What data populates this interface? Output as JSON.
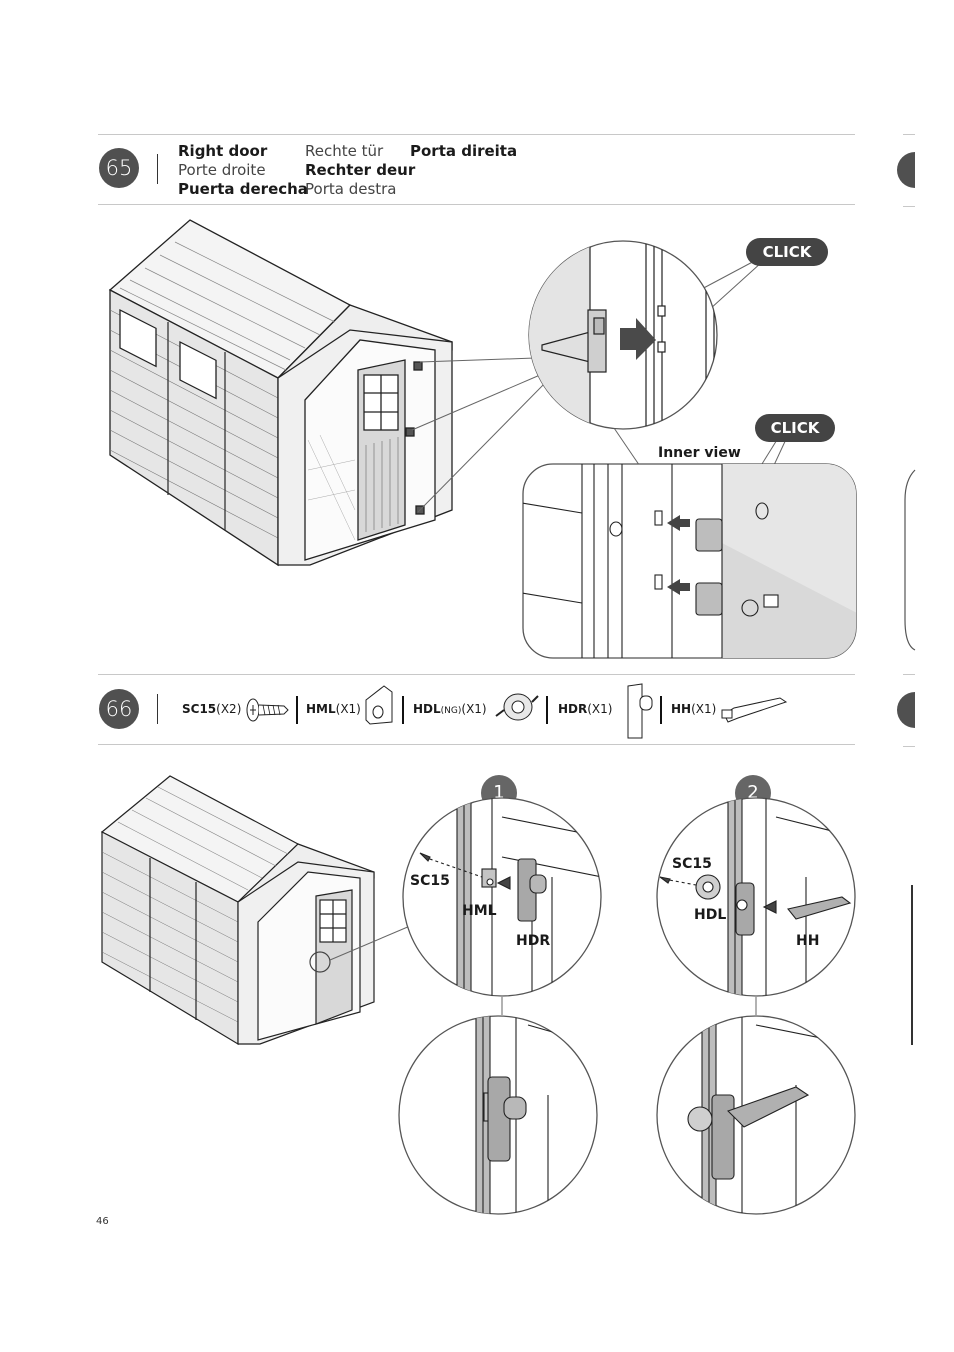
{
  "step65": {
    "number": "65",
    "titles": {
      "en": "Right door",
      "de": "Rechte tür",
      "pt": "Porta direita",
      "fr": "Porte droite",
      "nl": "Rechter deur",
      "es": "Puerta derecha",
      "it": "Porta destra"
    },
    "click_label_1": "CLICK",
    "click_label_2": "CLICK",
    "inner_view_label": "Inner view"
  },
  "step66": {
    "number": "66",
    "parts": [
      {
        "code": "SC15",
        "qty": "(X2)"
      },
      {
        "code": "HML",
        "qty": "(X1)"
      },
      {
        "code": "HDL",
        "note": "(NG)",
        "qty": "(X1)"
      },
      {
        "code": "HDR",
        "qty": "(X1)"
      },
      {
        "code": "HH",
        "qty": "(X1)"
      }
    ],
    "substeps": [
      {
        "number": "1",
        "labels": {
          "sc15": "SC15",
          "hml": "HML",
          "hdr": "HDR"
        }
      },
      {
        "number": "2",
        "labels": {
          "sc15": "SC15",
          "hdl": "HDL",
          "hh": "HH"
        }
      }
    ]
  },
  "page_number": "46"
}
